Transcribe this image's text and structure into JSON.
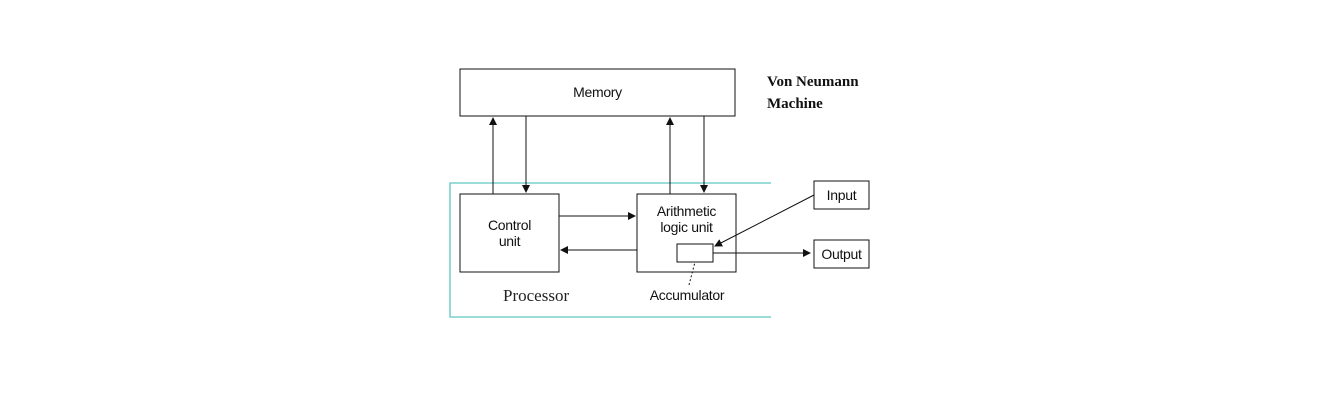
{
  "title": {
    "line1": "Von Neumann",
    "line2": "Machine"
  },
  "memory": {
    "label": "Memory"
  },
  "control_unit": {
    "line1": "Control",
    "line2": "unit"
  },
  "alu": {
    "line1": "Arithmetic",
    "line2": "logic unit"
  },
  "accumulator": {
    "label": "Accumulator"
  },
  "processor": {
    "label": "Processor"
  },
  "input": {
    "label": "Input"
  },
  "output": {
    "label": "Output"
  },
  "colors": {
    "processor_border": "#5cc6c0",
    "line": "#111111"
  }
}
